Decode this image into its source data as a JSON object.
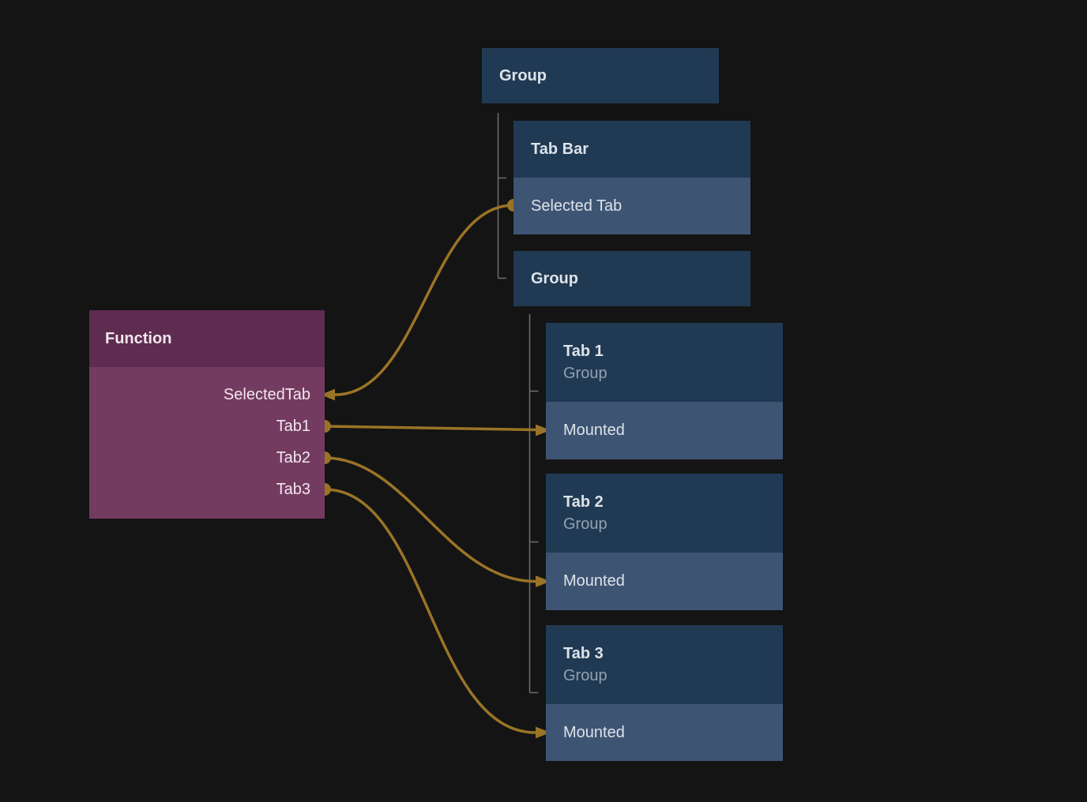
{
  "canvas": {
    "background": "#141414"
  },
  "colors": {
    "node_header": "#213a53",
    "node_row": "#3e5473",
    "fn_header": "#5e2c50",
    "fn_body": "#743b60",
    "wire": "#9a7426",
    "tree_line": "#6f6f6f",
    "node_title_text": "#dde3ea",
    "node_subtitle_text": "#93a1b1",
    "fn_text": "#f2e7ee"
  },
  "nodes": {
    "group_top": {
      "title": "Group"
    },
    "tab_bar": {
      "title": "Tab Bar",
      "output_port": "Selected Tab"
    },
    "group_inner": {
      "title": "Group"
    },
    "tab1": {
      "title": "Tab 1",
      "subtitle": "Group",
      "input_port": "Mounted"
    },
    "tab2": {
      "title": "Tab 2",
      "subtitle": "Group",
      "input_port": "Mounted"
    },
    "tab3": {
      "title": "Tab 3",
      "subtitle": "Group",
      "input_port": "Mounted"
    },
    "function": {
      "title": "Function",
      "ports": [
        {
          "label": "SelectedTab",
          "direction": "input"
        },
        {
          "label": "Tab1",
          "direction": "output"
        },
        {
          "label": "Tab2",
          "direction": "output"
        },
        {
          "label": "Tab3",
          "direction": "output"
        }
      ]
    }
  },
  "connections": [
    {
      "from": "Tab Bar / Selected Tab",
      "to": "Function / SelectedTab"
    },
    {
      "from": "Function / Tab1",
      "to": "Tab 1 / Mounted"
    },
    {
      "from": "Function / Tab2",
      "to": "Tab 2 / Mounted"
    },
    {
      "from": "Function / Tab3",
      "to": "Tab 3 / Mounted"
    }
  ]
}
